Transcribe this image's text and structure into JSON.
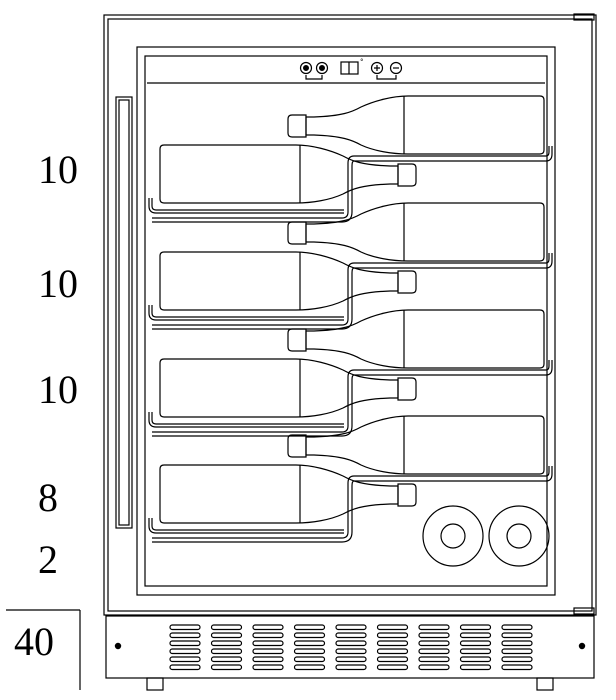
{
  "shelf_counts": [
    "10",
    "10",
    "10",
    "8",
    "2"
  ],
  "total_count": "40",
  "line_color": "#000000",
  "background_color": "#ffffff",
  "icons": [
    "control-button-icon",
    "control-button-icon",
    "digital-display-icon",
    "control-button-icon",
    "control-button-icon"
  ]
}
